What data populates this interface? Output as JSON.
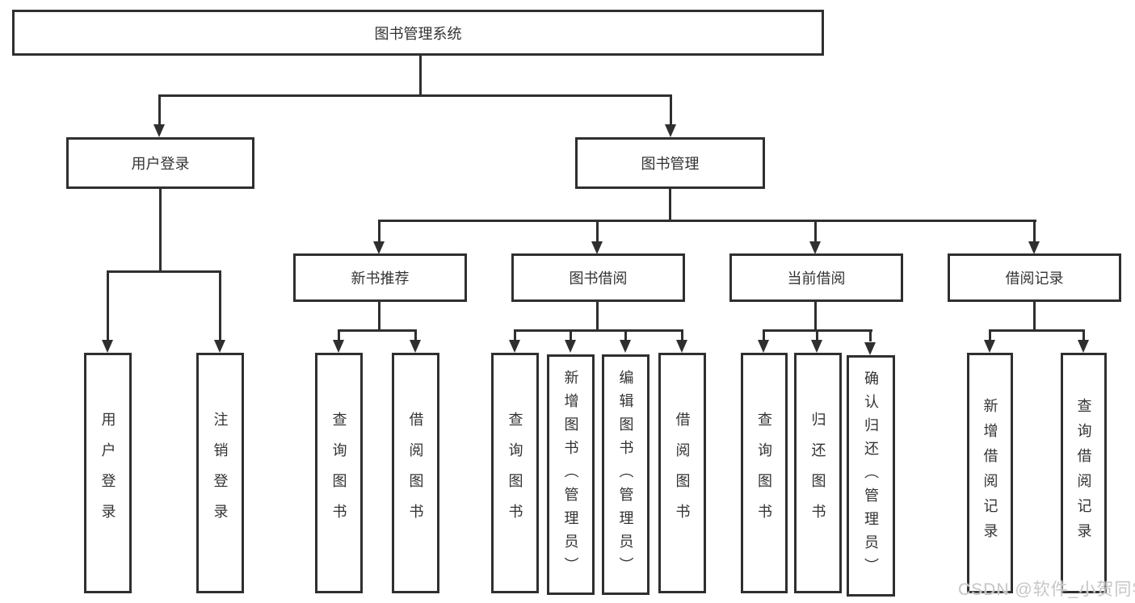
{
  "diagram": {
    "root": {
      "label": "图书管理系统"
    },
    "branches": {
      "user_login": {
        "label": "用户登录",
        "children": [
          "用户登录",
          "注销登录"
        ]
      },
      "book_management": {
        "label": "图书管理",
        "children": {
          "new_books": {
            "label": "新书推荐",
            "children": [
              "查询图书",
              "借阅图书"
            ]
          },
          "book_borrow": {
            "label": "图书借阅",
            "children": [
              "查询图书",
              "新增图书（管理员）",
              "编辑图书（管理员）",
              "借阅图书"
            ]
          },
          "current_borrow": {
            "label": "当前借阅",
            "children": [
              "查询图书",
              "归还图书",
              "确认归还（管理员）"
            ]
          },
          "borrow_records": {
            "label": "借阅记录",
            "children": [
              "新增借阅记录",
              "查询借阅记录"
            ]
          }
        }
      }
    }
  },
  "watermark": {
    "text": "CSDN @软件_小贺同学"
  },
  "colors": {
    "line": "#2f2f2f",
    "text": "#333333",
    "watermark": "#c6c6c6",
    "background": "#ffffff"
  }
}
